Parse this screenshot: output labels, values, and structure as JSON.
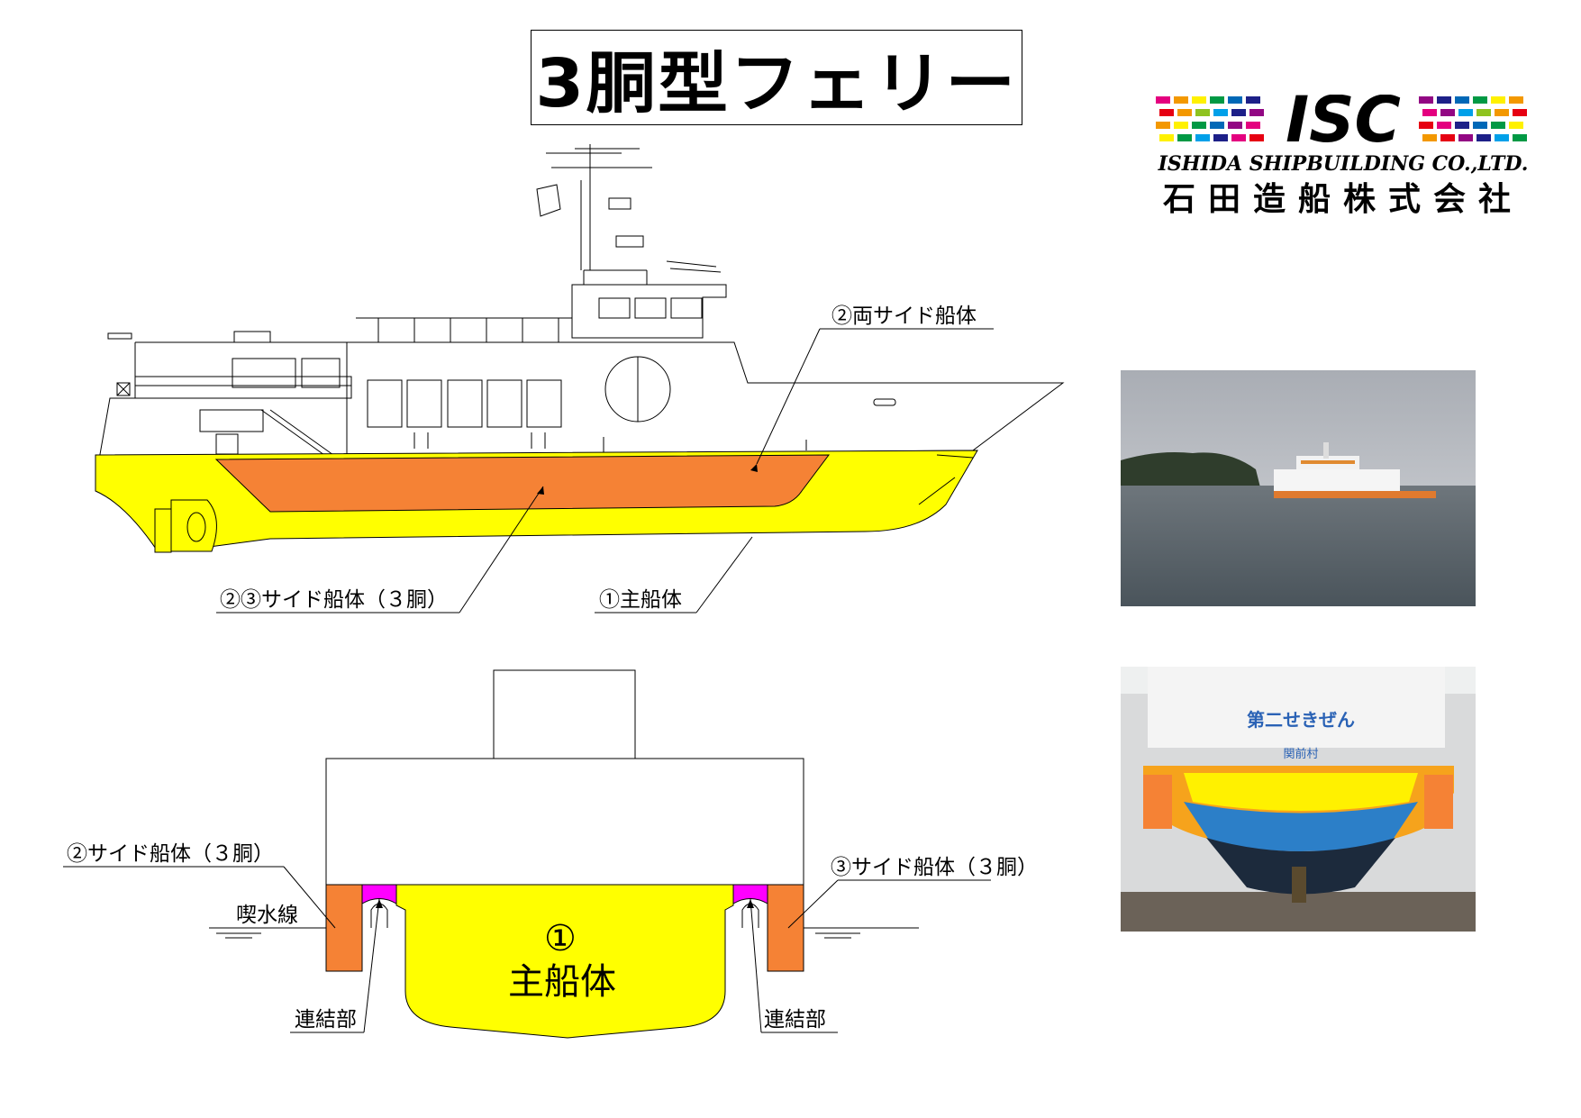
{
  "title": "3胴型フェリー",
  "logo": {
    "mark": "ISC",
    "company_en": "ISHIDA SHIPBUILDING CO.,LTD.",
    "company_jp": "石田造船株式会社",
    "colors": [
      "#e4007f",
      "#f39800",
      "#fff100",
      "#009944",
      "#0068b7",
      "#1d2088",
      "#920783",
      "#e60012"
    ]
  },
  "side_view": {
    "label_both_side_hulls": "②両サイド船体",
    "label_side_hulls_3": "②③サイド船体（３胴）",
    "label_main_hull": "①主船体"
  },
  "section_view": {
    "label_side_hull_2": "②サイド船体（３胴）",
    "label_side_hull_3": "③サイド船体（３胴）",
    "label_waterline": "喫水線",
    "main_number": "①",
    "main_label": "主船体",
    "label_joint_left": "連結部",
    "label_joint_right": "連結部"
  },
  "photo2": {
    "name_on_stern": "第二せきぜん",
    "port_on_stern": "関前村"
  },
  "colors": {
    "main_hull": "#ffff00",
    "side_hull": "#f58235",
    "joint": "#ff00ff"
  }
}
